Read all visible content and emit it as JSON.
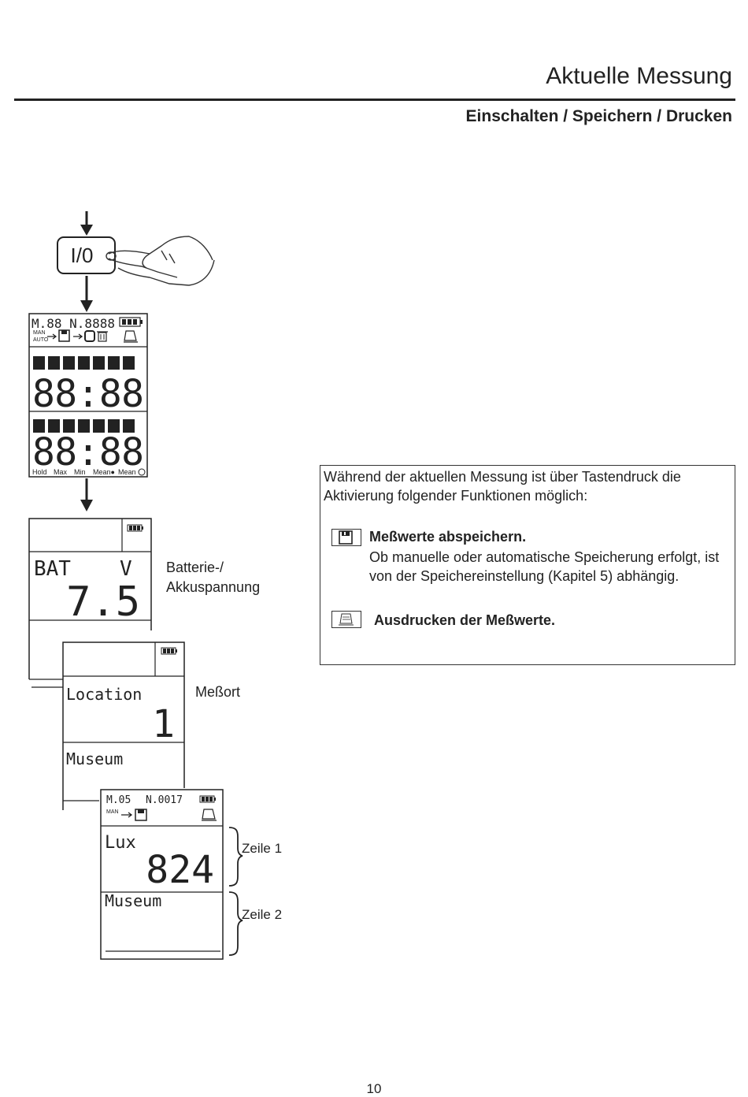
{
  "header": {
    "title": "Aktuelle Messung",
    "subtitle": "Einschalten / Speichern / Drucken"
  },
  "key": {
    "label": "I/0"
  },
  "lcd_full": {
    "top_row": "M.88  N.8888",
    "man": "MAN",
    "auto": "AUTO",
    "digits_line1": "88:88",
    "digits_line2": "88:88",
    "bottom_labels": [
      "Hold",
      "Max",
      "Min",
      "Mean●",
      "Mean"
    ]
  },
  "lcd_bat": {
    "code": "BAT",
    "unit": "V",
    "value": "7.5",
    "label": "Batterie-/\nAkkuspannung"
  },
  "lcd_location": {
    "code": "Location",
    "value": "1",
    "name": "Museum",
    "label": "Meßort"
  },
  "lcd_measure": {
    "mem": "M.05",
    "num": "N.0017",
    "man": "MAN",
    "code": "Lux",
    "value": "824",
    "name": "Museum",
    "row1_label": "Zeile 1",
    "row2_label": "Zeile 2"
  },
  "info": {
    "intro": "Während der aktuellen Messung ist über Tastendruck die Aktivierung folgender Funktionen möglich:",
    "save_title": "Meßwerte abspeichern.",
    "save_text": "Ob manuelle oder automatische Speicherung erfolgt, ist von der Speichereinstellung (Kapitel 5) abhängig.",
    "print_title": "Ausdrucken der Meßwerte.",
    "save_icon": "floppy-disk-icon",
    "print_icon": "printer-icon"
  },
  "page_number": "10"
}
